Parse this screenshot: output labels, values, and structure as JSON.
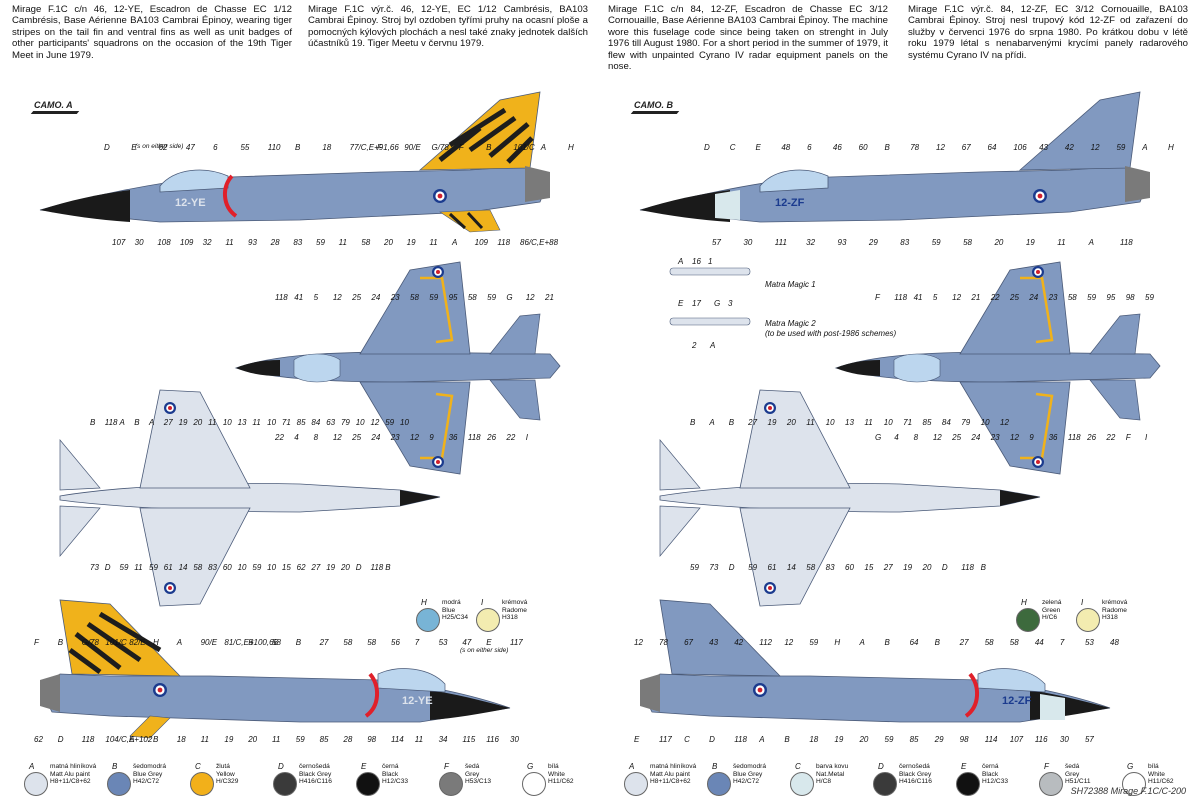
{
  "colors": {
    "fuselage": "#8199c0",
    "fuselage_dark": "#6e86b0",
    "alu": "#dde3ec",
    "nose": "#1a1a1a",
    "tiger_yellow": "#f0b21b",
    "tiger_black": "#1d1d1d",
    "roundel_blue": "#1b3b8e",
    "roundel_red": "#d0202c",
    "canopy": "#bcd6ee",
    "red": "#e0202a"
  },
  "left": {
    "desc_en": "Mirage F.1C c/n 46, 12-YE, Escadron de Chasse EC 1/12 Cambrésis, Base Aérienne BA103 Cambrai Épinoy, wearing tiger stripes on the tail fin and ventral fins as well as unit badges of other participants' squadrons on the occasion of the 19th Tiger Meet in June 1979.",
    "desc_cz": "Mirage F.1C výr.č. 46, 12-YE, EC 1/12 Cambrésis, BA103 Cambrai Épinoy. Stroj byl ozdoben tyřími pruhy na ocasní ploše a pomocných kýlových plochách a nesl také znaky jednotek dalších účastníků 19. Tiger Meetu v červnu 1979.",
    "camo": "CAMO. A",
    "code": "12-YE",
    "top_labels": [
      "D",
      "E",
      "62",
      "47",
      "6",
      "55",
      "110",
      "B",
      "18",
      "77/C,E+91,66",
      "F",
      "90/E",
      "G/78",
      "F",
      "B",
      "101/C",
      "A",
      "H"
    ],
    "top_note": "(s on either side)",
    "top_bottom_labels": [
      "107",
      "30",
      "108",
      "109",
      "32",
      "11",
      "93",
      "28",
      "83",
      "59",
      "11",
      "58",
      "20",
      "19",
      "11",
      "A",
      "109",
      "118",
      "86/C,E+88"
    ],
    "plan_labels": [
      "118",
      "41",
      "5",
      "12",
      "25",
      "24",
      "23",
      "58",
      "59",
      "95",
      "58",
      "59",
      "G",
      "12",
      "21",
      "22",
      "4",
      "8",
      "12",
      "25",
      "24",
      "23",
      "12",
      "9",
      "36",
      "118",
      "26",
      "22",
      "I"
    ],
    "under_labels": [
      "B",
      "118",
      "A",
      "B",
      "A",
      "27",
      "19",
      "20",
      "11",
      "10",
      "13",
      "11",
      "10",
      "71",
      "85",
      "84",
      "63",
      "79",
      "10",
      "12",
      "59",
      "10",
      "73",
      "D",
      "59",
      "11",
      "59",
      "61",
      "14",
      "58",
      "83",
      "60",
      "10",
      "59",
      "10",
      "15",
      "62",
      "27",
      "19",
      "20",
      "D",
      "118",
      "B"
    ],
    "side2_labels": [
      "F",
      "B",
      "G/78",
      "101/C",
      "82/E",
      "H",
      "A",
      "90/E",
      "81/C,E+100,66",
      "B",
      "58",
      "B",
      "27",
      "58",
      "58",
      "56",
      "7",
      "53",
      "47",
      "E",
      "117",
      "62",
      "D",
      "118",
      "104/C,E+102",
      "A",
      "B",
      "18",
      "11",
      "19",
      "20",
      "11",
      "59",
      "85",
      "28",
      "98",
      "114",
      "11",
      "34",
      "115",
      "116",
      "30"
    ],
    "side2_note": "(s on either side)",
    "swatches": [
      {
        "key": "A",
        "cz": "matná hliníková",
        "en": "Matt Alu paint",
        "code": "H8+11/C8+62",
        "color": "#dde3ec"
      },
      {
        "key": "B",
        "cz": "šedomodrá",
        "en": "Blue Grey",
        "code": "H42/C72",
        "color": "#6a86b6"
      },
      {
        "key": "C",
        "cz": "žlutá",
        "en": "Yellow",
        "code": "H/C329",
        "color": "#f2b01a"
      },
      {
        "key": "D",
        "cz": "černošedá",
        "en": "Black Grey",
        "code": "H416/C116",
        "color": "#3a3a3a"
      },
      {
        "key": "E",
        "cz": "černá",
        "en": "Black",
        "code": "H12/C33",
        "color": "#111111"
      },
      {
        "key": "F",
        "cz": "šedá",
        "en": "Grey",
        "code": "H53/C13",
        "color": "#7a7a7a"
      },
      {
        "key": "G",
        "cz": "bílá",
        "en": "White",
        "code": "H11/C62",
        "color": "#ffffff"
      }
    ],
    "extra_swatches": [
      {
        "key": "H",
        "cz": "modrá",
        "en": "Blue",
        "code": "H25/C34",
        "color": "#78b4d6"
      },
      {
        "key": "I",
        "cz": "krémová",
        "en": "Radome",
        "code": "H318",
        "color": "#f3ecb0"
      }
    ]
  },
  "right": {
    "desc_en": "Mirage F.1C c/n 84, 12-ZF, Escadron de Chasse EC 3/12 Cornouaille, Base Aérienne BA103 Cambrai Épinoy. The machine wore this fuselage code since being taken on strenght in July 1976 till August 1980. For a short period in the summer of 1979, it flew with unpainted Cyrano IV radar equipment panels on the nose.",
    "desc_cz": "Mirage F.1C výr.č. 84, 12-ZF, EC 3/12 Cornouaille, BA103 Cambrai Épinoy. Stroj nesl trupový kód 12-ZF od zařazení do služby v červenci 1976 do srpna 1980. Po krátkou dobu v létě roku 1979 létal s nenabarvenými krycími panely radarového systému Cyrano IV na přídi.",
    "camo": "CAMO. B",
    "code": "12-ZF",
    "top_labels": [
      "D",
      "C",
      "E",
      "48",
      "6",
      "46",
      "60",
      "B",
      "78",
      "12",
      "67",
      "64",
      "106",
      "43",
      "42",
      "12",
      "59",
      "A",
      "H"
    ],
    "top_bottom_labels": [
      "57",
      "30",
      "111",
      "32",
      "93",
      "29",
      "83",
      "59",
      "58",
      "20",
      "19",
      "11",
      "A",
      "118"
    ],
    "missile_1": "Matra Magic 1",
    "missile_2": "Matra Magic 2",
    "missile_2_note": "(to be used with post-1986 schemes)",
    "missile_labels": [
      "A",
      "16",
      "1",
      "E",
      "17",
      "G",
      "3",
      "2",
      "A"
    ],
    "plan_labels": [
      "F",
      "118",
      "41",
      "5",
      "12",
      "21",
      "22",
      "25",
      "24",
      "23",
      "58",
      "59",
      "95",
      "98",
      "59",
      "G",
      "4",
      "8",
      "12",
      "25",
      "24",
      "23",
      "12",
      "9",
      "36",
      "118",
      "26",
      "22",
      "F",
      "I"
    ],
    "under_labels": [
      "B",
      "A",
      "B",
      "27",
      "19",
      "20",
      "11",
      "10",
      "13",
      "11",
      "10",
      "71",
      "85",
      "84",
      "79",
      "10",
      "12",
      "59",
      "73",
      "D",
      "59",
      "61",
      "14",
      "58",
      "83",
      "60",
      "15",
      "27",
      "19",
      "20",
      "D",
      "118",
      "B"
    ],
    "side2_labels": [
      "12",
      "78",
      "67",
      "43",
      "42",
      "112",
      "12",
      "59",
      "H",
      "A",
      "B",
      "64",
      "B",
      "27",
      "58",
      "58",
      "44",
      "7",
      "53",
      "48",
      "E",
      "117",
      "C",
      "D",
      "118",
      "A",
      "B",
      "18",
      "19",
      "20",
      "59",
      "85",
      "29",
      "98",
      "114",
      "107",
      "116",
      "30",
      "57"
    ],
    "swatches": [
      {
        "key": "A",
        "cz": "matná hliníková",
        "en": "Matt Alu paint",
        "code": "H8+11/C8+62",
        "color": "#dde3ec"
      },
      {
        "key": "B",
        "cz": "šedomodrá",
        "en": "Blue Grey",
        "code": "H42/C72",
        "color": "#6a86b6"
      },
      {
        "key": "C",
        "cz": "barva kovu",
        "en": "Nat.Metal",
        "code": "H/C8",
        "color": "#d8e8ec"
      },
      {
        "key": "D",
        "cz": "černošedá",
        "en": "Black Grey",
        "code": "H416/C116",
        "color": "#3a3a3a"
      },
      {
        "key": "E",
        "cz": "černá",
        "en": "Black",
        "code": "H12/C33",
        "color": "#111111"
      },
      {
        "key": "F",
        "cz": "šedá",
        "en": "Grey",
        "code": "H51/C11",
        "color": "#b8bcbf"
      },
      {
        "key": "G",
        "cz": "bílá",
        "en": "White",
        "code": "H11/C62",
        "color": "#ffffff"
      }
    ],
    "extra_swatches": [
      {
        "key": "H",
        "cz": "zelená",
        "en": "Green",
        "code": "H/C6",
        "color": "#3d6a3d"
      },
      {
        "key": "I",
        "cz": "krémová",
        "en": "Radome",
        "code": "H318",
        "color": "#f3ecb0"
      }
    ]
  },
  "footer": "SH72388 Mirage F.1C/C-200"
}
